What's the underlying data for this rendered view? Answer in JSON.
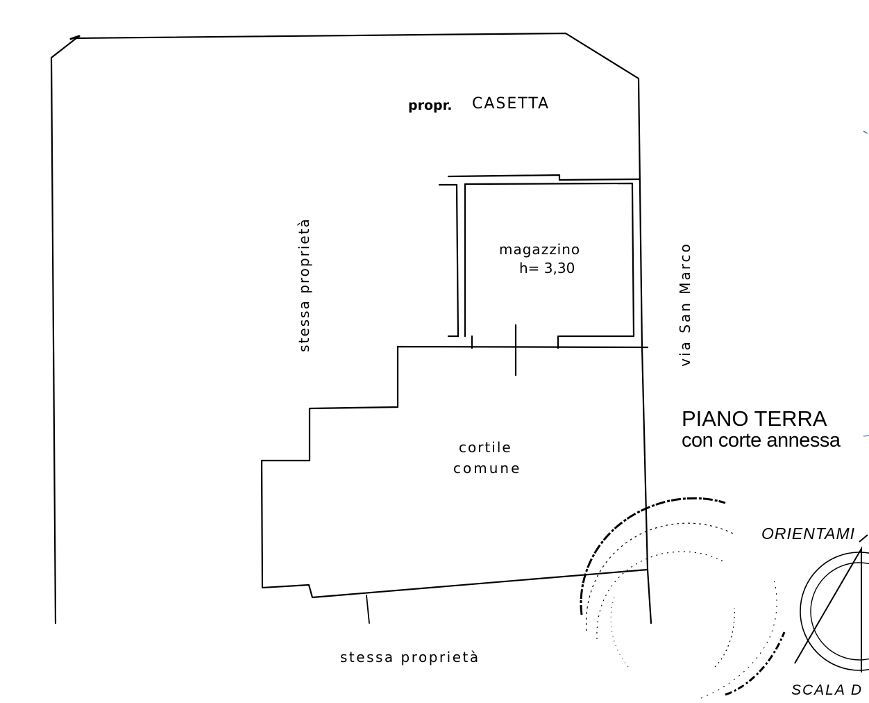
{
  "labels": {
    "north_neighbor_prefix": "propr.",
    "north_neighbor_name": "CASETTA",
    "west_neighbor": "stessa proprietà",
    "south_neighbor": "stessa proprietà",
    "street": "via San Marco",
    "room_name": "magazzino",
    "room_height": "h= 3,30",
    "courtyard_line1": "cortile",
    "courtyard_line2": "comune"
  },
  "title": {
    "line1": "PIANO TERRA",
    "line2": "con corte annessa"
  },
  "stamp": {
    "orientation_text": "ORIENTAMI",
    "scale_text": "SCALA D"
  },
  "colors": {
    "ink": "#000000",
    "accent_mark": "#3b6fd0"
  }
}
